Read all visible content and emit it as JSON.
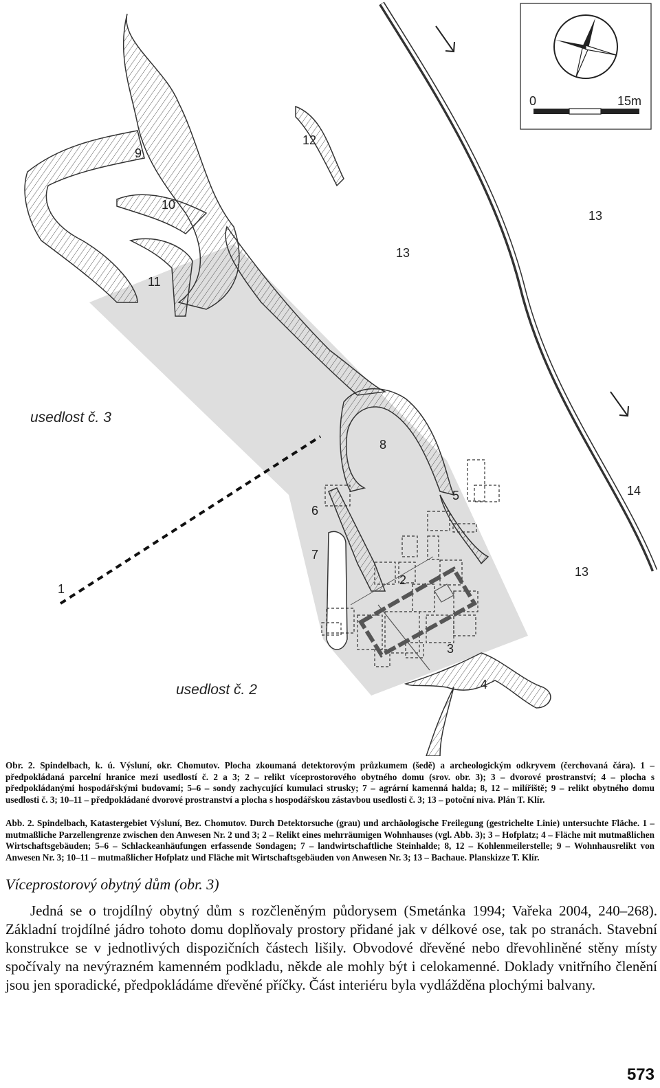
{
  "figure": {
    "labels": {
      "n1": "1",
      "n2": "2",
      "n3": "3",
      "n4": "4",
      "n5": "5",
      "n6": "6",
      "n7": "7",
      "n8": "8",
      "n9": "9",
      "n10": "10",
      "n11": "11",
      "n12": "12",
      "n13a": "13",
      "n13b": "13",
      "n13c": "13",
      "n14": "14",
      "usedlost3": "usedlost č. 3",
      "usedlost2": "usedlost č. 2"
    },
    "scale": {
      "start": "0",
      "end": "15m"
    },
    "north_arrow_icon": "compass-north-arrow-icon",
    "flow_arrow_icon": "arrow-down-right-icon",
    "survey_area_color": "#dedede"
  },
  "caption_cz": "Obr. 2. Spindelbach, k. ú. Výsluní, okr. Chomutov. Plocha zkoumaná detektorovým průzkumem (šedě) a archeologickým odkryvem (čerchovaná čára). 1 – předpokládaná parcelní hranice mezi usedlostí č. 2 a 3; 2 – relikt víceprostorového obytného domu (srov. obr. 3); 3 – dvorové prostranství; 4 – plocha s předpokládanými hospodářskými budovami; 5–6 – sondy zachycující kumulaci strusky; 7 – agrární kamenná halda; 8, 12 – milířiště; 9 – relikt obytného domu usedlosti č. 3; 10–11 – předpokládané dvorové prostranství a plocha s hospodářskou zástavbou usedlosti č. 3; 13 – potoční niva. Plán T. Klír.",
  "caption_de": "Abb. 2. Spindelbach, Katastergebiet Výsluní, Bez. Chomutov. Durch Detektorsuche (grau) und archäologische Freilegung (gestrichelte Linie) untersuchte Fläche. 1 – mutmaßliche Parzellengrenze zwischen den Anwesen Nr. 2 und 3; 2 – Relikt eines mehrräumigen Wohnhauses (vgl. Abb. 3); 3 – Hofplatz; 4 – Fläche mit mutmaßlichen Wirtschaftsgebäuden; 5–6 – Schlackeanhäufungen erfassende Sondagen; 7 – landwirtschaftliche Steinhalde; 8, 12 – Kohlenmeilerstelle; 9 – Wohnhausrelikt von Anwesen Nr. 3; 10–11 – mutmaßlicher Hofplatz und Fläche mit Wirtschaftsgebäuden von Anwesen Nr. 3; 13 – Bachaue. Planskizze T. Klír.",
  "section_heading": "Víceprostorový obytný dům (obr. 3)",
  "body_text": "Jedná se o trojdílný obytný dům s rozčleněným půdorysem (Smetánka 1994; Vařeka 2004, 240–268). Základní trojdílné jádro tohoto domu doplňovaly prostory přidané jak v délkové ose, tak po stranách. Stavební konstrukce se v jednotlivých dispozičních částech lišily. Obvodové dřevěné nebo dřevohliněné stěny místy spočívaly na nevýrazném kamenném podkladu, někde ale mohly být i celokamenné. Doklady vnitřního členění jsou jen sporadické, předpokládáme dřevěné příčky. Část interiéru byla vydlážděna plochými balvany.",
  "page_number": "573"
}
